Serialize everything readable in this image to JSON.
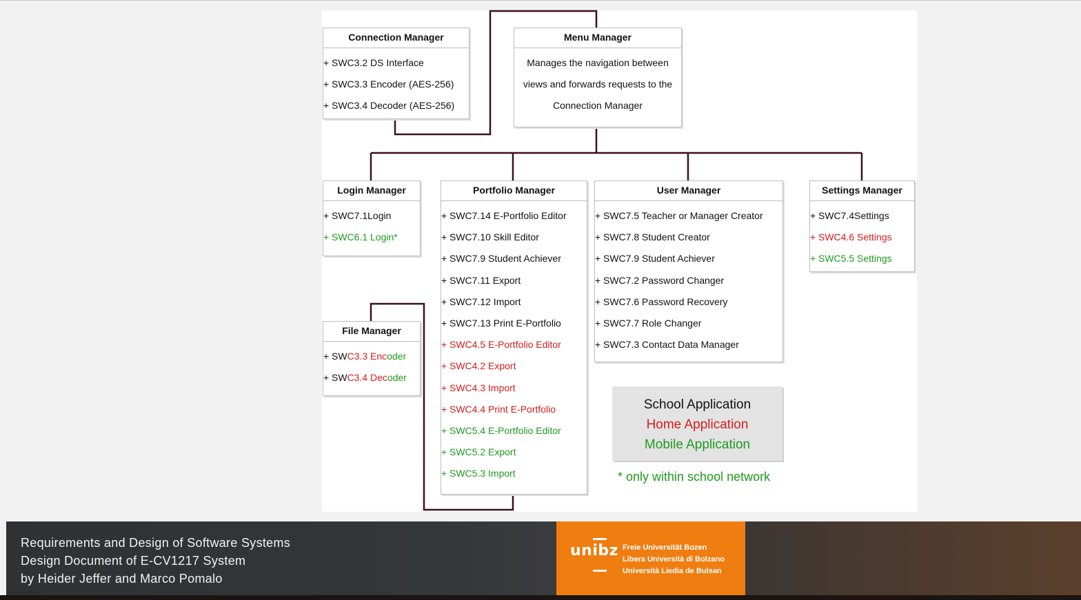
{
  "diagram": {
    "connection_manager": {
      "title": "Connection Manager",
      "items": [
        {
          "parts": [
            {
              "t": "SWC3.2 DS Interface",
              "c": "black"
            }
          ]
        },
        {
          "parts": [
            {
              "t": "SWC3.3 Encoder (AES-256)",
              "c": "black"
            }
          ]
        },
        {
          "parts": [
            {
              "t": "SWC3.4 Decoder (AES-256)",
              "c": "black"
            }
          ]
        }
      ]
    },
    "menu_manager": {
      "title": "Menu Manager",
      "description": [
        "Manages the navigation between",
        "views and forwards requests to the",
        "Connection Manager"
      ]
    },
    "login_manager": {
      "title": "Login Manager",
      "items": [
        {
          "parts": [
            {
              "t": "SWC7.1Login",
              "c": "black"
            }
          ]
        },
        {
          "parts": [
            {
              "t": "SWC6.1 Login*",
              "c": "green"
            }
          ],
          "plus": "green"
        }
      ]
    },
    "portfolio_manager": {
      "title": "Portfolio Manager",
      "items": [
        {
          "parts": [
            {
              "t": "SWC7.14 E-Portfolio Editor",
              "c": "black"
            }
          ]
        },
        {
          "parts": [
            {
              "t": "SWC7.10 Skill Editor",
              "c": "black"
            }
          ]
        },
        {
          "parts": [
            {
              "t": "SWC7.9 Student Achiever",
              "c": "black"
            }
          ]
        },
        {
          "parts": [
            {
              "t": "SWC7.11 Export",
              "c": "black"
            }
          ]
        },
        {
          "parts": [
            {
              "t": "SWC7.12 Import",
              "c": "black"
            }
          ]
        },
        {
          "parts": [
            {
              "t": "SWC7.13 Print E-Portfolio",
              "c": "black"
            }
          ]
        },
        {
          "parts": [
            {
              "t": "SWC4.5 E-Portfolio Editor",
              "c": "red"
            }
          ],
          "plus": "red"
        },
        {
          "parts": [
            {
              "t": "SWC4.2 Export",
              "c": "red"
            }
          ],
          "plus": "red"
        },
        {
          "parts": [
            {
              "t": "SWC4.3 Import",
              "c": "red"
            }
          ],
          "plus": "red"
        },
        {
          "parts": [
            {
              "t": "SWC4.4 Print E-Portfolio",
              "c": "red"
            }
          ],
          "plus": "red"
        },
        {
          "parts": [
            {
              "t": "SWC5.4 E-Portfolio Editor",
              "c": "green"
            }
          ],
          "plus": "green"
        },
        {
          "parts": [
            {
              "t": "SWC5.2 Export",
              "c": "green"
            }
          ],
          "plus": "green"
        },
        {
          "parts": [
            {
              "t": "SWC5.3 Import",
              "c": "green"
            }
          ],
          "plus": "green"
        }
      ]
    },
    "user_manager": {
      "title": "User Manager",
      "items": [
        {
          "parts": [
            {
              "t": "SWC7.5 Teacher or Manager Creator",
              "c": "black"
            }
          ]
        },
        {
          "parts": [
            {
              "t": "SWC7.8 Student Creator",
              "c": "black"
            }
          ]
        },
        {
          "parts": [
            {
              "t": "SWC7.9 Student Achiever",
              "c": "black"
            }
          ]
        },
        {
          "parts": [
            {
              "t": "SWC7.2 Password Changer",
              "c": "black"
            }
          ]
        },
        {
          "parts": [
            {
              "t": "SWC7.6 Password Recovery",
              "c": "black"
            }
          ]
        },
        {
          "parts": [
            {
              "t": "SWC7.7 Role Changer",
              "c": "black"
            }
          ]
        },
        {
          "parts": [
            {
              "t": "SWC7.3 Contact Data Manager",
              "c": "black"
            }
          ]
        }
      ]
    },
    "settings_manager": {
      "title": "Settings Manager",
      "items": [
        {
          "parts": [
            {
              "t": "SWC7.4Settings",
              "c": "black"
            }
          ]
        },
        {
          "parts": [
            {
              "t": "SWC4.6 Settings",
              "c": "red"
            }
          ],
          "plus": "red"
        },
        {
          "parts": [
            {
              "t": "SWC5.5 Settings",
              "c": "green"
            }
          ],
          "plus": "green"
        }
      ]
    },
    "file_manager": {
      "title": "File Manager",
      "items": [
        {
          "parts": [
            {
              "t": "SW",
              "c": "black"
            },
            {
              "t": "C3.3",
              "c": "red"
            },
            {
              "t": " Enc",
              "c": "red"
            },
            {
              "t": "oder",
              "c": "green"
            }
          ]
        },
        {
          "parts": [
            {
              "t": "SW",
              "c": "black"
            },
            {
              "t": "C3.4",
              "c": "red"
            },
            {
              "t": " Dec",
              "c": "red"
            },
            {
              "t": "oder",
              "c": "green"
            }
          ]
        }
      ]
    },
    "legend": {
      "school": "School Application",
      "home": "Home Application",
      "mobile": "Mobile Application"
    },
    "note": "* only within school network",
    "colors": {
      "black": "#111111",
      "red": "#d81b1b",
      "green": "#1e9a1e",
      "connector": "#3a0f1f"
    }
  },
  "footer": {
    "line1": "Requirements and Design of Software Systems",
    "line2": "Design Document of E-CV1217 System",
    "line3": "by Heider Jeffer and Marco Pomalo",
    "logo": "unibz",
    "university_names": [
      "Freie Universität Bozen",
      "Libera Università di Bolzano",
      "Università Liedia de Bulsan"
    ]
  }
}
